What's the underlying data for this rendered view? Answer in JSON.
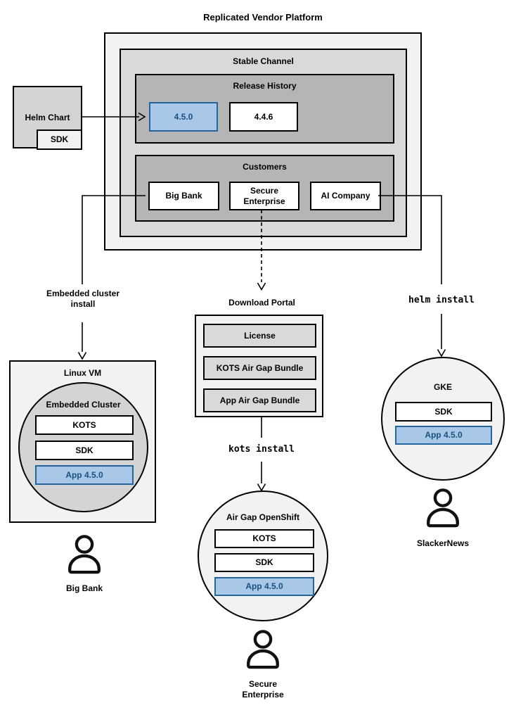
{
  "title": "Replicated Vendor Platform",
  "stable_channel": {
    "label": "Stable Channel"
  },
  "release_history": {
    "label": "Release History",
    "versions": [
      "4.5.0",
      "4.4.6"
    ],
    "highlighted_version": "4.5.0"
  },
  "customers": {
    "label": "Customers",
    "items": [
      "Big Bank",
      "Secure Enterprise",
      "AI Company"
    ]
  },
  "helm_chart": {
    "label": "Helm Chart",
    "sdk": "SDK"
  },
  "edges": {
    "embedded_install": "Embedded cluster install",
    "kots_install": "kots install",
    "helm_install": "helm install"
  },
  "download_portal": {
    "label": "Download Portal",
    "items": [
      "License",
      "KOTS Air Gap Bundle",
      "App Air Gap Bundle"
    ]
  },
  "linux_vm": {
    "label": "Linux VM",
    "cluster": "Embedded Cluster",
    "kots": "KOTS",
    "sdk": "SDK",
    "app": "App 4.5.0"
  },
  "airgap_openshift": {
    "label": "Air Gap OpenShift",
    "kots": "KOTS",
    "sdk": "SDK",
    "app": "App 4.5.0"
  },
  "gke": {
    "label": "GKE",
    "sdk": "SDK",
    "app": "App 4.5.0"
  },
  "users": {
    "big_bank": "Big Bank",
    "secure_enterprise": "Secure Enterprise",
    "slackernews": "SlackerNews"
  },
  "colors": {
    "highlight_fill": "#a9c8e8",
    "highlight_border": "#23669e",
    "highlight_text": "#17517f",
    "panel_light": "#f2f2f2",
    "panel_mid": "#d9d9d9",
    "panel_dark": "#b5b5b5",
    "line": "#000000"
  }
}
